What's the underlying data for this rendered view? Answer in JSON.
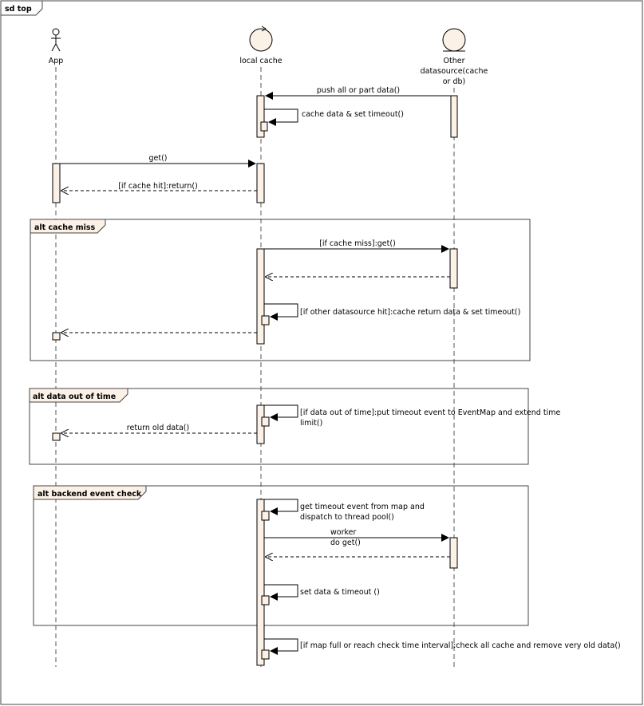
{
  "diagram": {
    "frame_title": "sd top",
    "participants": {
      "app": "App",
      "local_cache": "local cache",
      "other_line1": "Other",
      "other_line2": "datasource(cache",
      "other_line3": "or db)"
    },
    "messages": {
      "push": "push all or part data()",
      "cache_set": "cache data & set timeout()",
      "get": "get()",
      "cache_hit_return": "[if cache hit]:return()",
      "cache_miss_get": "[if cache miss]:get()",
      "other_hit": "[if other datasource hit]:cache return data & set timeout()",
      "out_of_time_line1": "[if data out of time]:put timeout event to EventMap and extend time",
      "out_of_time_line2": "limit()",
      "return_old": "return old data()",
      "timeout_event_line1": "get timeout event from map and",
      "timeout_event_line2": "dispatch to thread pool()",
      "worker_line1": "worker",
      "worker_line2": "do get()",
      "set_data": "set data & timeout ()",
      "map_full": "[if map full or reach check time interval]:check all cache and remove very old data()"
    },
    "fragments": {
      "cache_miss": "alt cache miss",
      "out_of_time": "alt data out of time",
      "backend_check": "alt backend event check"
    }
  }
}
